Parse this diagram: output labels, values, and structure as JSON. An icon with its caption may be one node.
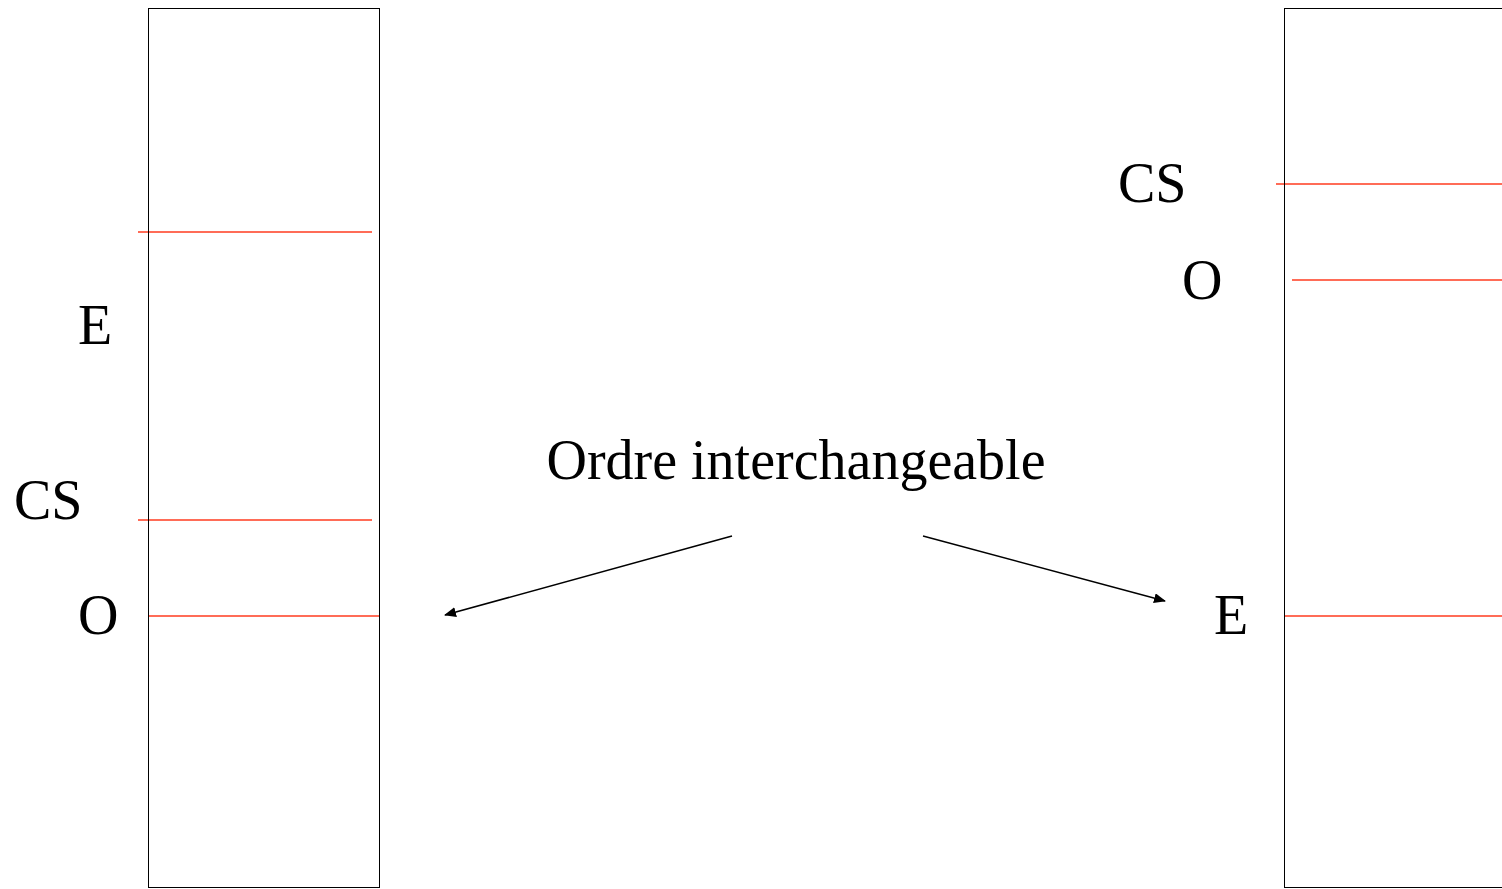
{
  "diagram": {
    "nodes": [
      {
        "text": [],
        "shape": "box"
      },
      {
        "text": [],
        "shape": "box"
      },
      {
        "text": [
          "Ordre interchangeable"
        ]
      }
    ],
    "edges": [
      {
        "from": 2,
        "to": null,
        "arrow": "to"
      },
      {
        "from": 2,
        "to": null,
        "arrow": "to"
      }
    ],
    "labels": [
      "CS",
      "O",
      "E",
      "CS",
      "O",
      "E"
    ]
  }
}
